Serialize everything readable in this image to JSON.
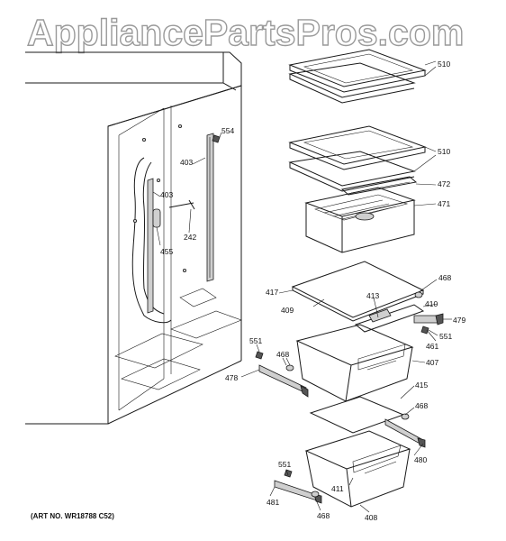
{
  "watermark": "AppliancePartsPros.com",
  "art_number": "(ART NO. WR18788 C52)",
  "callouts": {
    "c510a": "510",
    "c510b": "510",
    "c554": "554",
    "c403a": "403",
    "c403b": "403",
    "c472": "472",
    "c471": "471",
    "c242": "242",
    "c455": "455",
    "c468a": "468",
    "c417": "417",
    "c413": "413",
    "c410": "410",
    "c479": "479",
    "c409": "409",
    "c551a": "551",
    "c461": "461",
    "c551b": "551",
    "c468b": "468",
    "c407": "407",
    "c478": "478",
    "c415": "415",
    "c468c": "468",
    "c480": "480",
    "c551c": "551",
    "c411": "411",
    "c481": "481",
    "c468d": "468",
    "c408": "408"
  }
}
